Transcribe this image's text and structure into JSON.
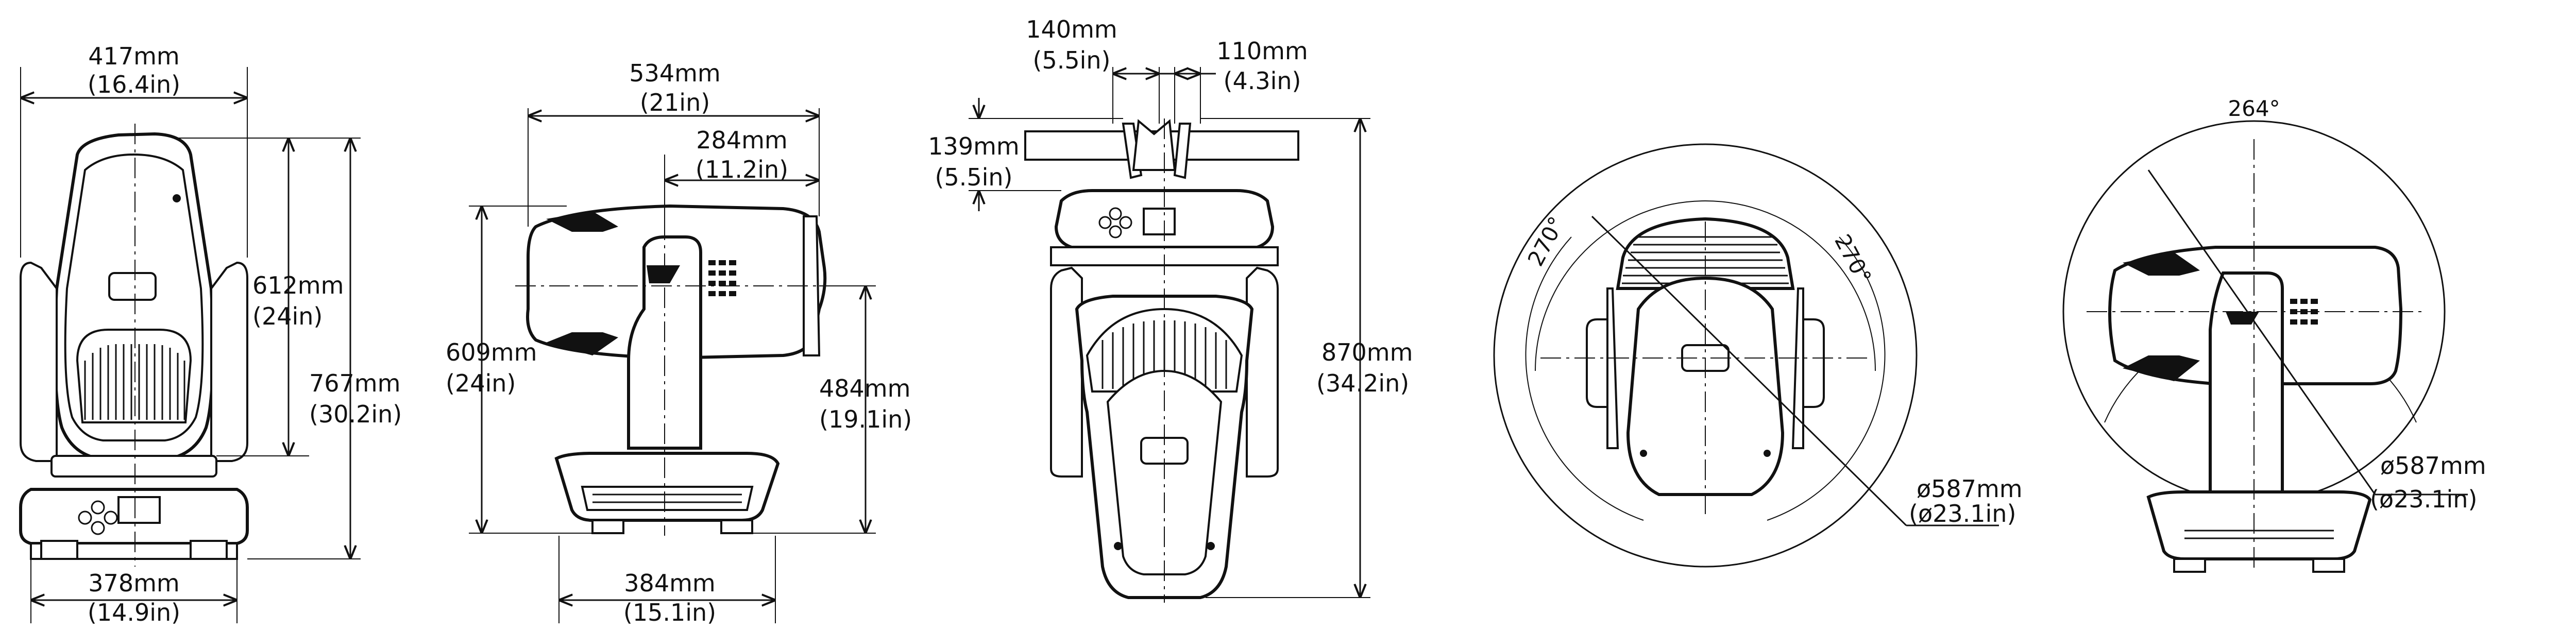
{
  "colors": {
    "line": "#111111",
    "background": "#ffffff"
  },
  "views": {
    "front": {
      "width_top": {
        "mm": "417mm",
        "in": "(16.4in)"
      },
      "head_height": {
        "mm": "612mm",
        "in": "(24in)"
      },
      "total_height": {
        "mm": "767mm",
        "in": "(30.2in)"
      },
      "base_width": {
        "mm": "378mm",
        "in": "(14.9in)"
      }
    },
    "side": {
      "head_length": {
        "mm": "534mm",
        "in": "(21in)"
      },
      "front_offset": {
        "mm": "284mm",
        "in": "(11.2in)"
      },
      "total_height": {
        "mm": "609mm",
        "in": "(24in)"
      },
      "tilt_axis_height": {
        "mm": "484mm",
        "in": "(19.1in)"
      },
      "base_width": {
        "mm": "384mm",
        "in": "(15.1in)"
      }
    },
    "rear": {
      "bracket_width": {
        "mm": "140mm",
        "in": "(5.5in)"
      },
      "bracket_slot": {
        "mm": "110mm",
        "in": "(4.3in)"
      },
      "bracket_height": {
        "mm": "139mm",
        "in": "(5.5in)"
      },
      "total_height": {
        "mm": "870mm",
        "in": "(34.2in)"
      }
    },
    "top": {
      "pan_left": "270°",
      "pan_right": "270°",
      "diameter": {
        "mm": "ø587mm",
        "in": "(ø23.1in)"
      }
    },
    "tilt": {
      "tilt_angle": "264°",
      "diameter": {
        "mm": "ø587mm",
        "in": "(ø23.1in)"
      }
    }
  }
}
